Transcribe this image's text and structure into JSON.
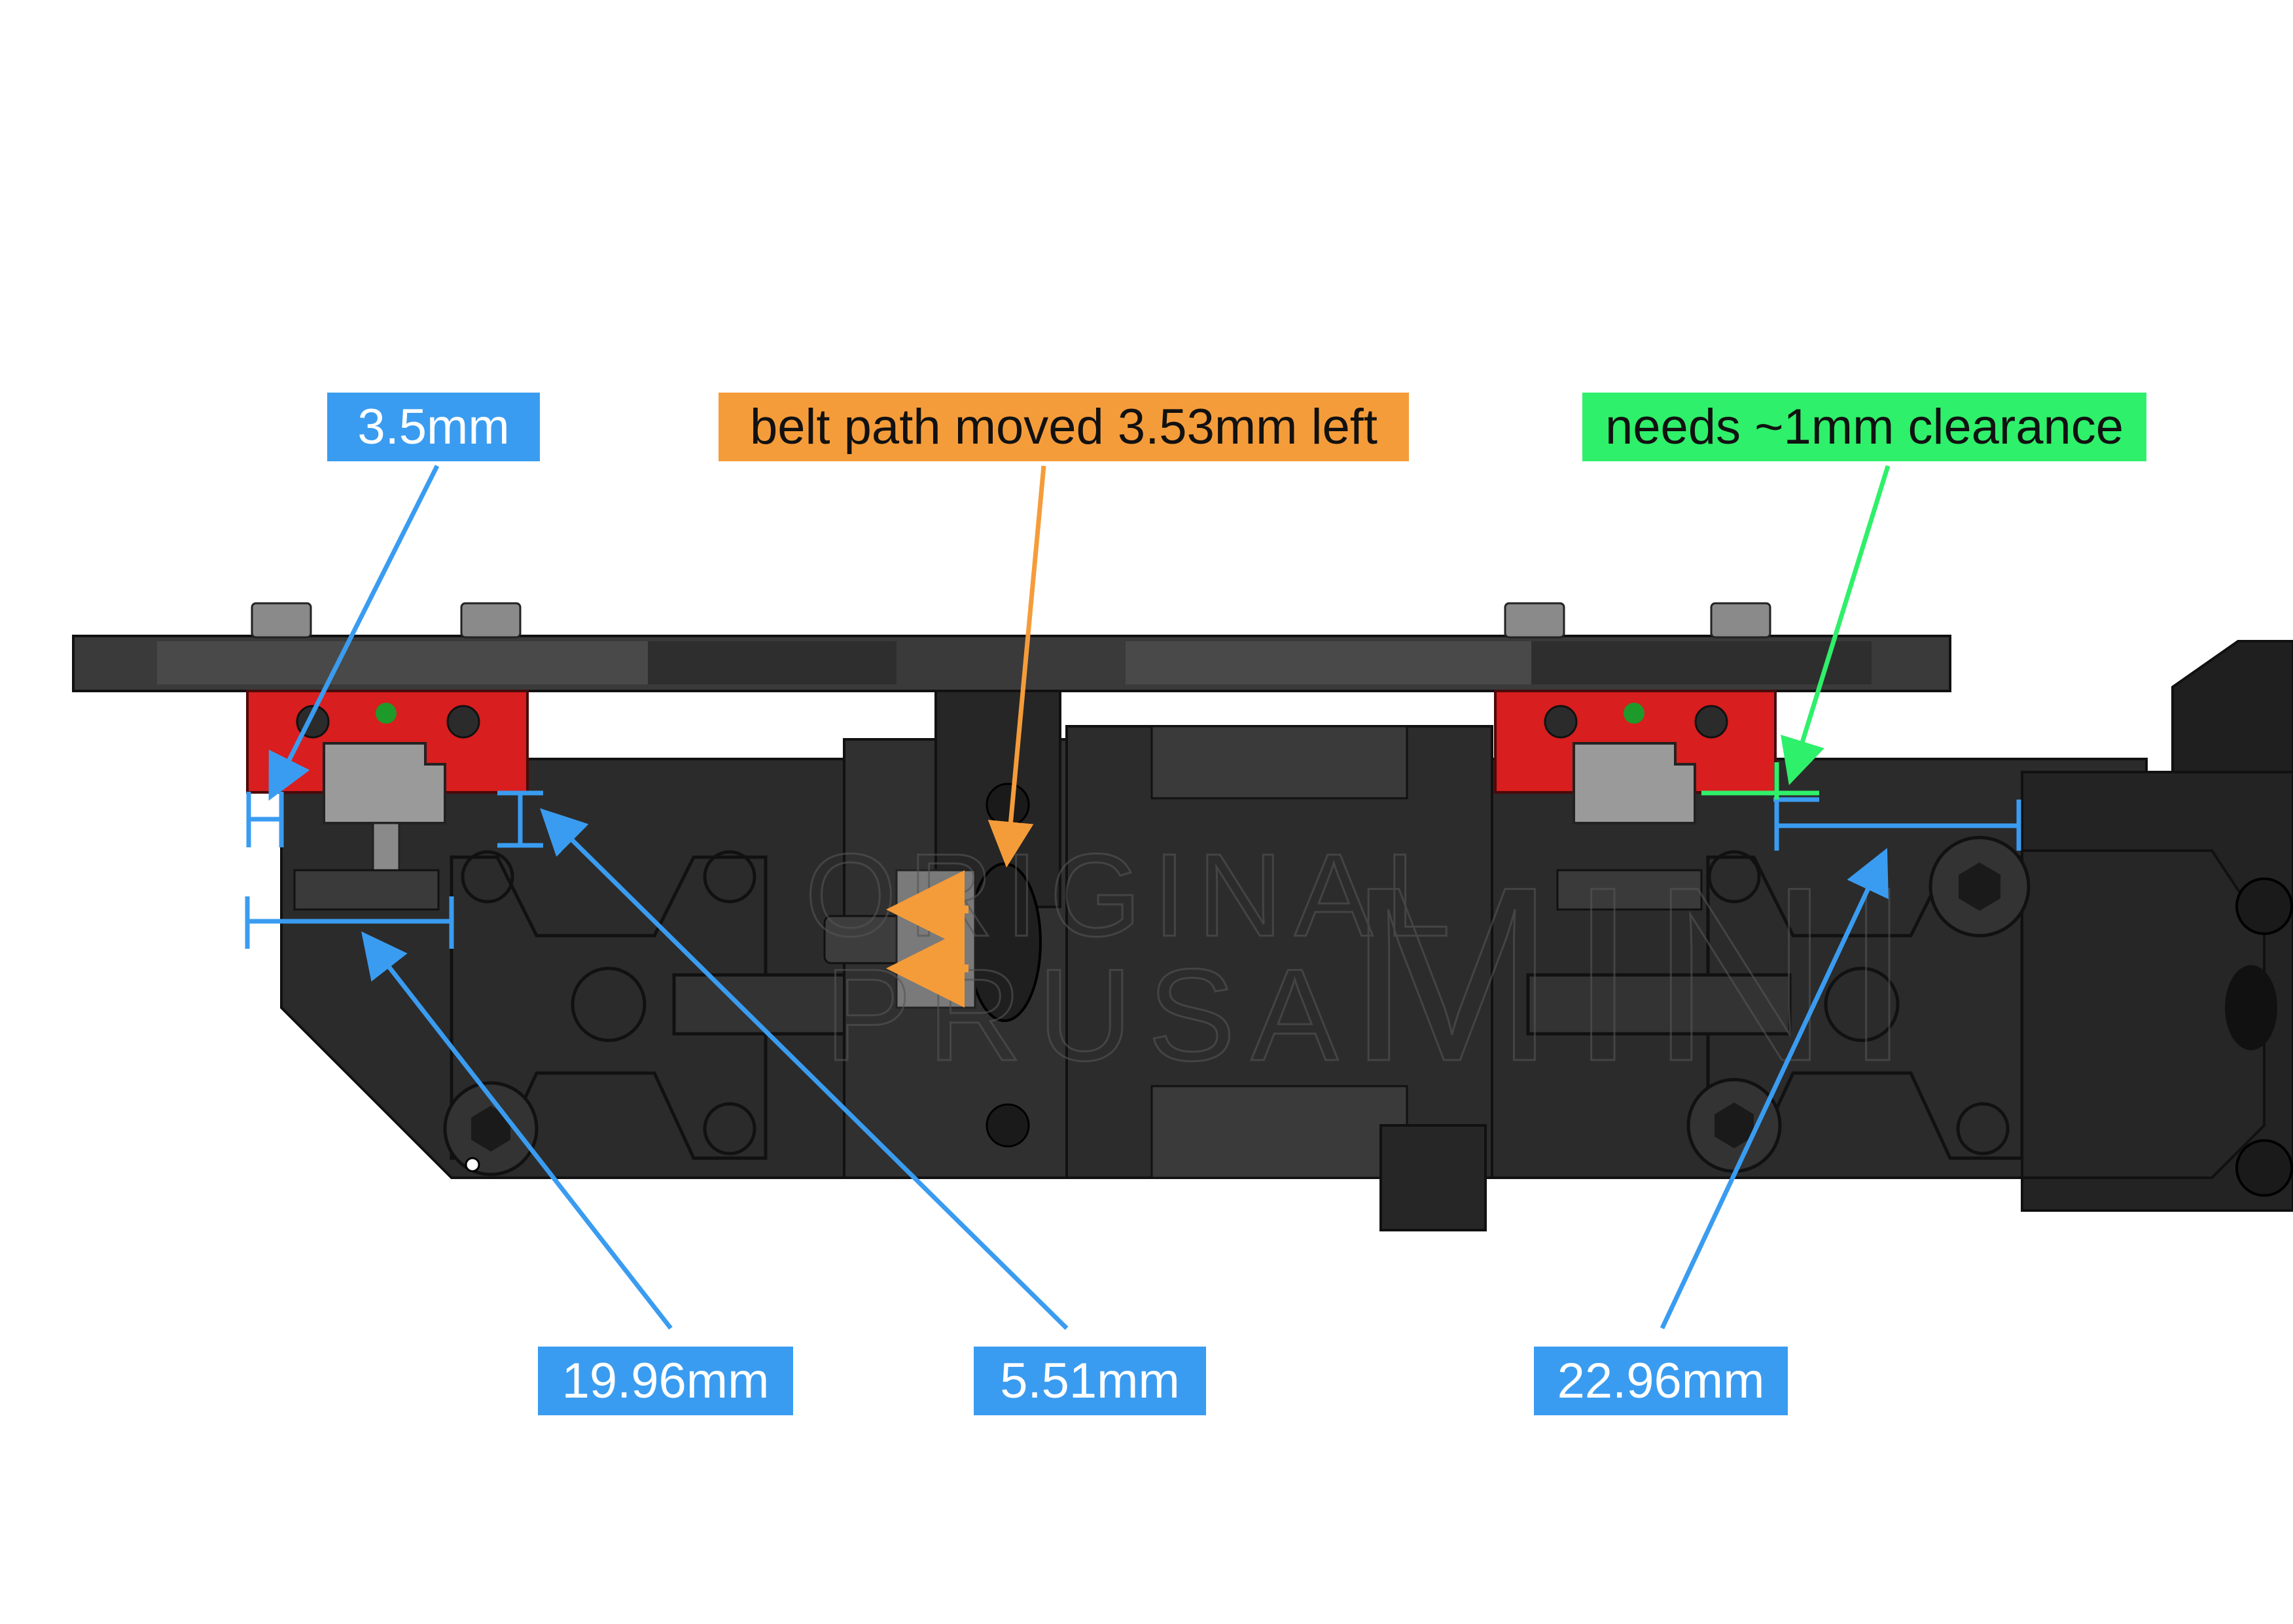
{
  "annotations": {
    "dim_rail_offset": "3.5mm",
    "belt_path": "belt path moved 3.53mm left",
    "clearance": "needs ~1mm clearance",
    "dim_left_extrusion": "19.96mm",
    "dim_vertical": "5.51mm",
    "dim_right_extrusion": "22.96mm"
  },
  "watermark": {
    "line1": "ORIGINAL",
    "line2": "PRUSA",
    "line3": "MINI"
  },
  "colors": {
    "dimension_blue": "#3a9cf0",
    "belt_orange": "#f59c3a",
    "clearance_green": "#2ff06a",
    "carriage_red": "#d81e1e",
    "body_dark": "#2b2b2b"
  }
}
